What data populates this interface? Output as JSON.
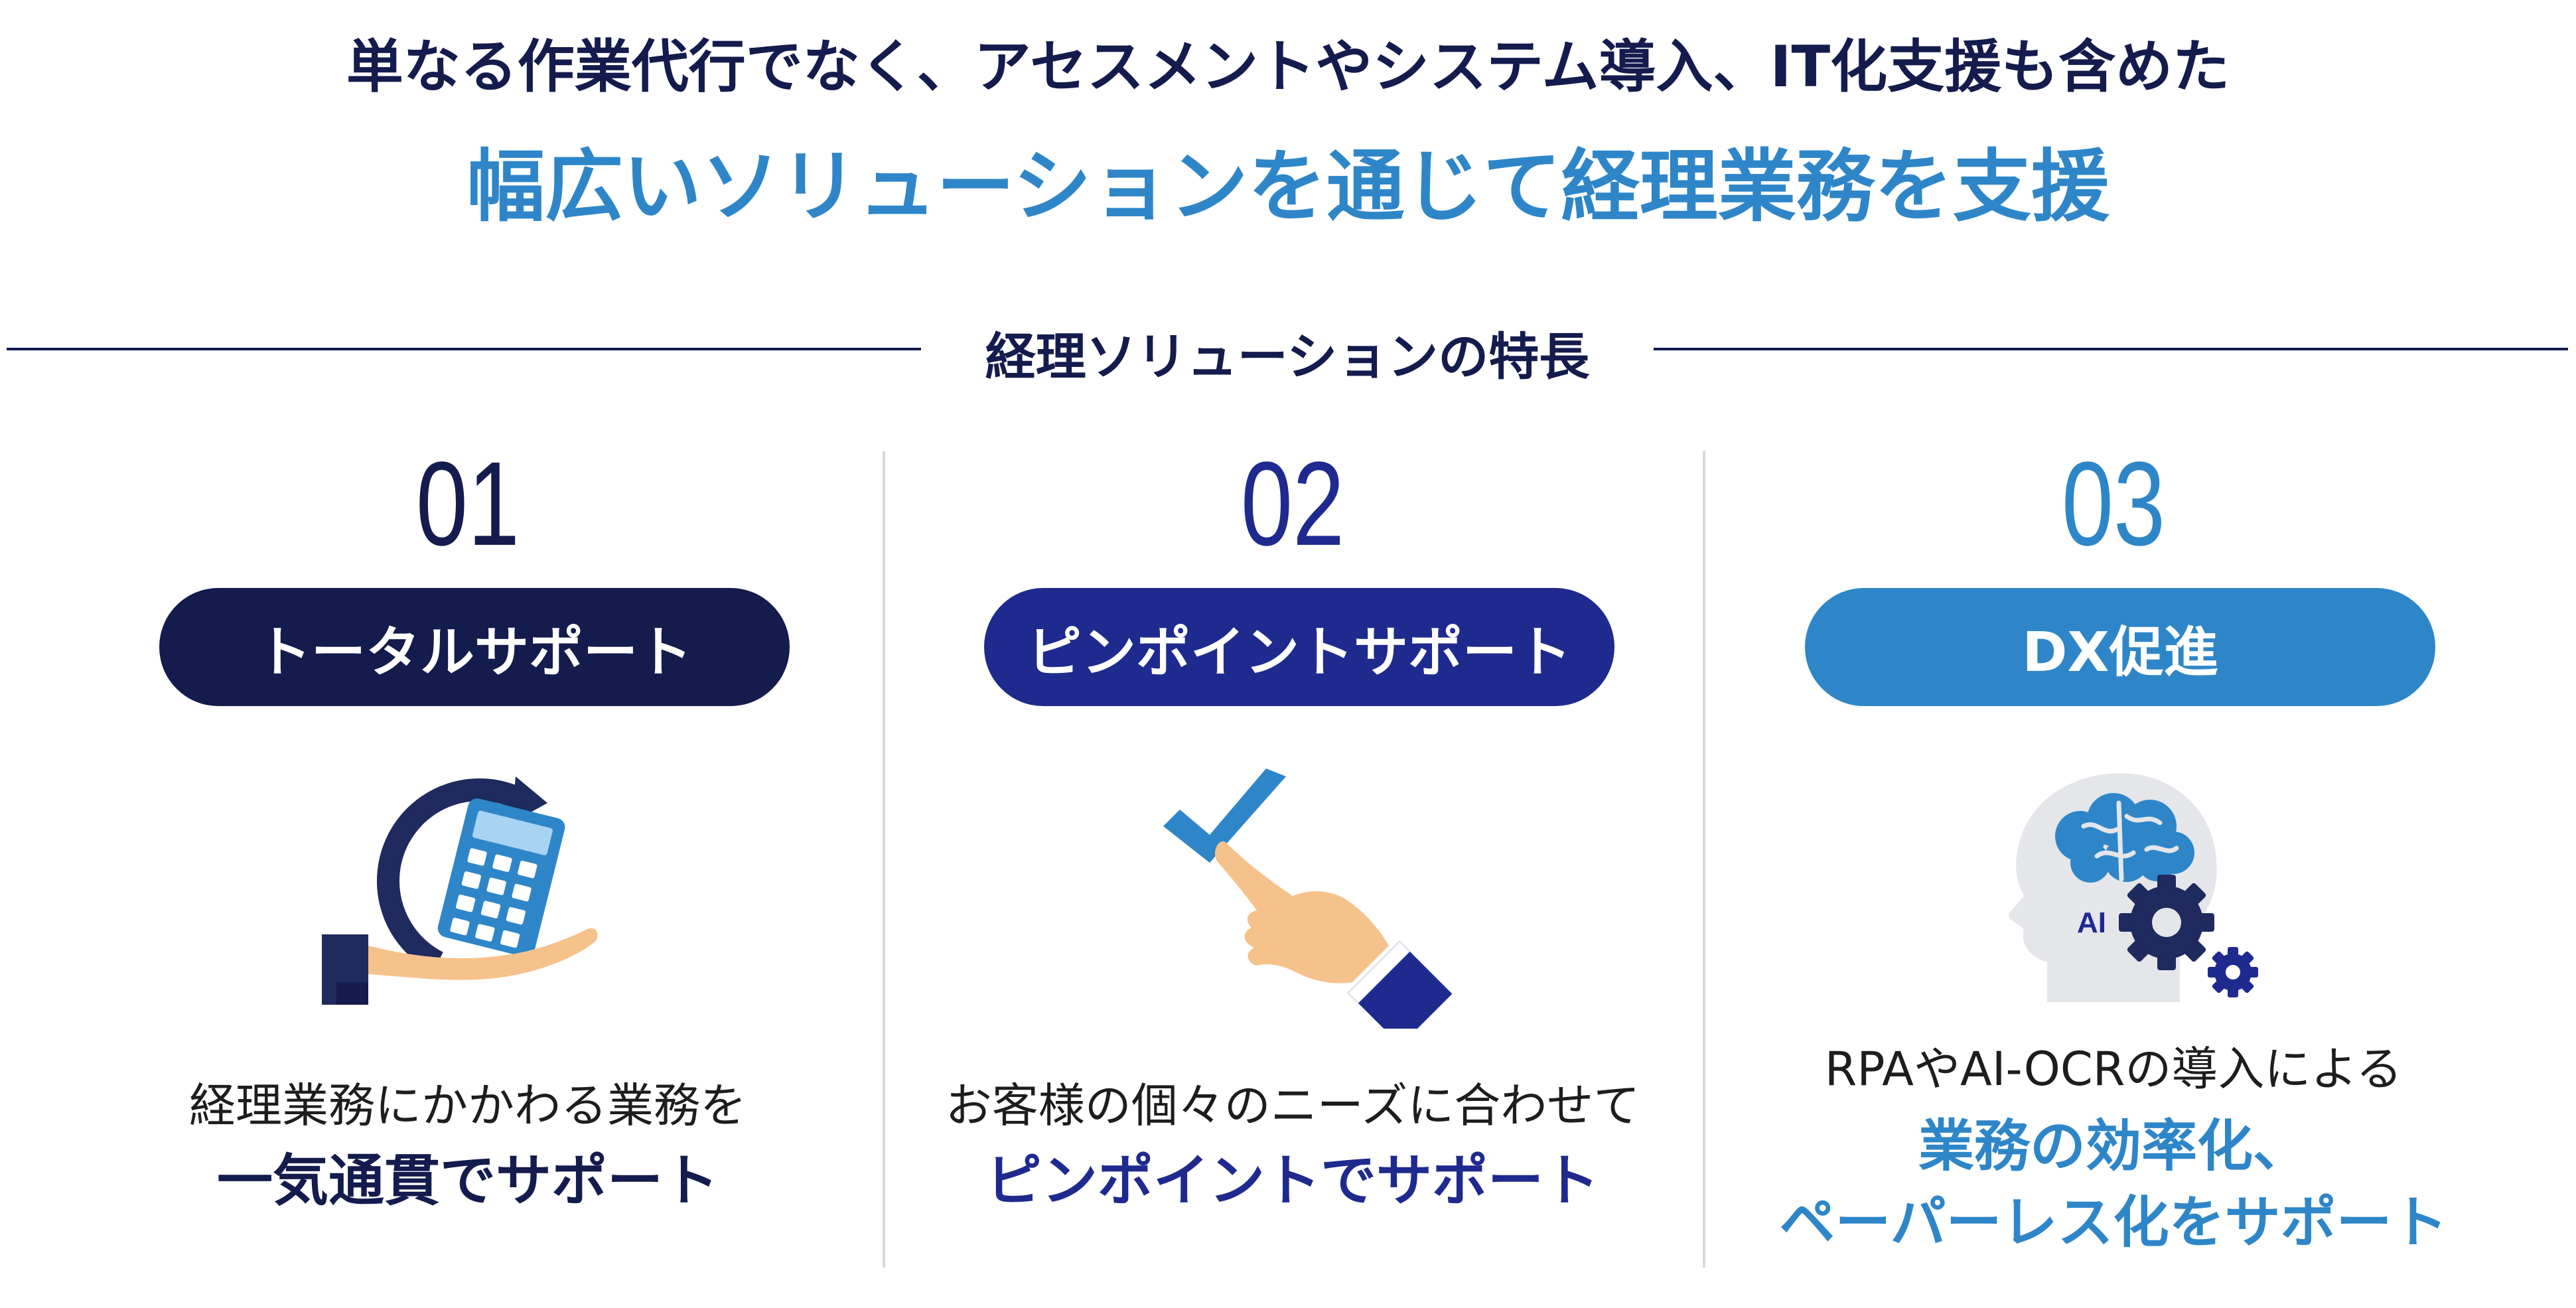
{
  "header": {
    "line1": "単なる作業代行でなく、アセスメントやシステム導入、IT化支援も含めた",
    "line2": "幅広いソリューションを通じて経理業務を支援"
  },
  "section": {
    "title": "経理ソリューションの特長"
  },
  "colors": {
    "navy": "#141b4d",
    "royal": "#1f2a8f",
    "sky": "#2e86c8",
    "skin": "#f6c28b"
  },
  "features": [
    {
      "number": "01",
      "label": "トータルサポート",
      "icon": "calculator-hand-icon",
      "desc": [
        "経理業務にかかわる業務を"
      ],
      "highlight": [
        "一気通貫でサポート"
      ]
    },
    {
      "number": "02",
      "label": "ピンポイントサポート",
      "icon": "pointing-checkmark-icon",
      "desc": [
        "お客様の個々のニーズに合わせて"
      ],
      "highlight": [
        "ピンポイントでサポート"
      ]
    },
    {
      "number": "03",
      "label": "DX促進",
      "icon": "ai-brain-gear-icon",
      "ai_text": "AI",
      "desc": [
        "RPAやAI-OCRの導入による"
      ],
      "highlight": [
        "業務の効率化、",
        "ペーパーレス化をサポート"
      ]
    }
  ]
}
